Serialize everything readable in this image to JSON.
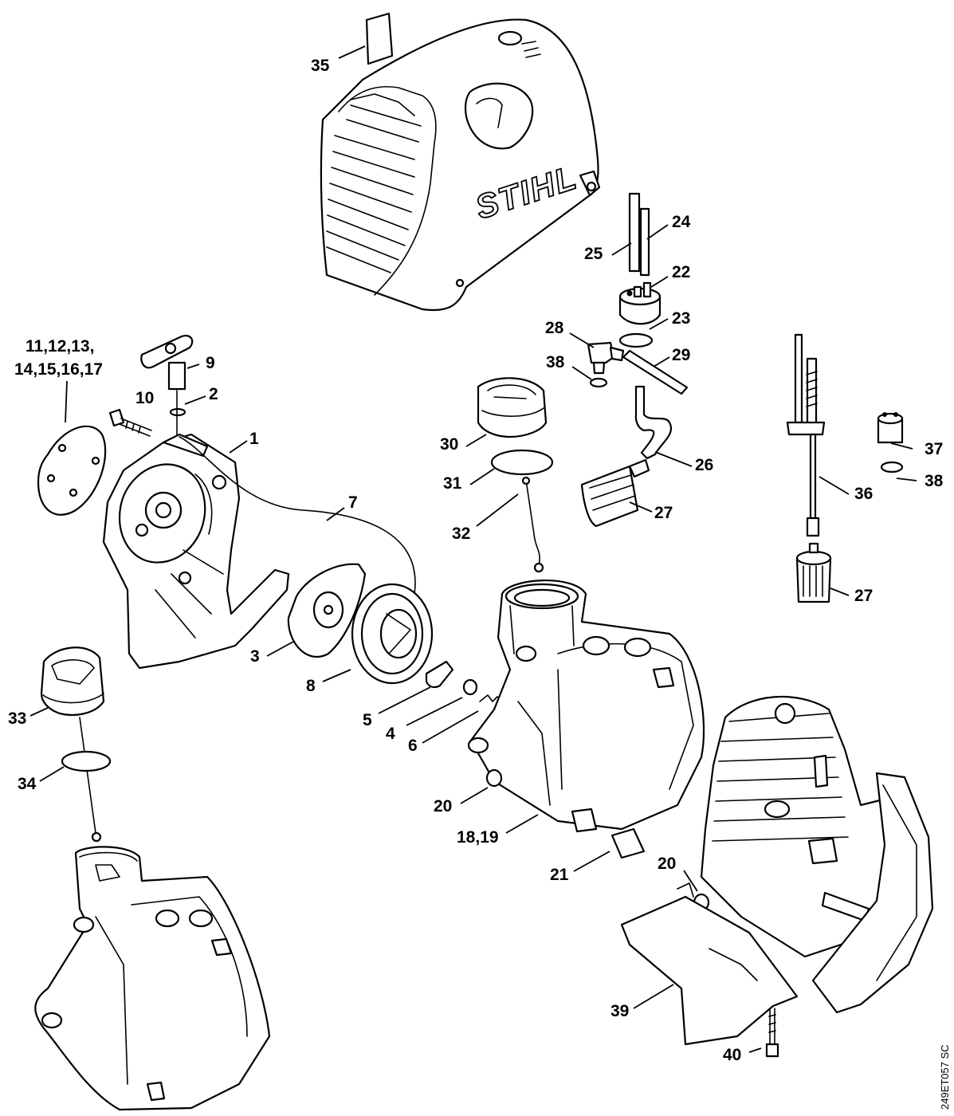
{
  "brand_logo": "STIHL",
  "drawing_code": "249ET057 SC",
  "callouts": [
    {
      "id": "c35",
      "text": "35"
    },
    {
      "id": "c24",
      "text": "24"
    },
    {
      "id": "c25",
      "text": "25"
    },
    {
      "id": "c22",
      "text": "22"
    },
    {
      "id": "c23",
      "text": "23"
    },
    {
      "id": "c28",
      "text": "28"
    },
    {
      "id": "c29",
      "text": "29"
    },
    {
      "id": "c38a",
      "text": "38"
    },
    {
      "id": "c11",
      "text": "11,12,13,"
    },
    {
      "id": "c14",
      "text": "14,15,16,17"
    },
    {
      "id": "c9",
      "text": "9"
    },
    {
      "id": "c2",
      "text": "2"
    },
    {
      "id": "c10",
      "text": "10"
    },
    {
      "id": "c1",
      "text": "1"
    },
    {
      "id": "c7",
      "text": "7"
    },
    {
      "id": "c30",
      "text": "30"
    },
    {
      "id": "c31",
      "text": "31"
    },
    {
      "id": "c26",
      "text": "26"
    },
    {
      "id": "c27a",
      "text": "27"
    },
    {
      "id": "c32",
      "text": "32"
    },
    {
      "id": "c37",
      "text": "37"
    },
    {
      "id": "c38b",
      "text": "38"
    },
    {
      "id": "c36",
      "text": "36"
    },
    {
      "id": "c27b",
      "text": "27"
    },
    {
      "id": "c3",
      "text": "3"
    },
    {
      "id": "c8",
      "text": "8"
    },
    {
      "id": "c5",
      "text": "5"
    },
    {
      "id": "c4",
      "text": "4"
    },
    {
      "id": "c6",
      "text": "6"
    },
    {
      "id": "c33",
      "text": "33"
    },
    {
      "id": "c34",
      "text": "34"
    },
    {
      "id": "c20a",
      "text": "20"
    },
    {
      "id": "c18",
      "text": "18,19"
    },
    {
      "id": "c21",
      "text": "21"
    },
    {
      "id": "c20b",
      "text": "20"
    },
    {
      "id": "c39",
      "text": "39"
    },
    {
      "id": "c40",
      "text": "40"
    }
  ]
}
